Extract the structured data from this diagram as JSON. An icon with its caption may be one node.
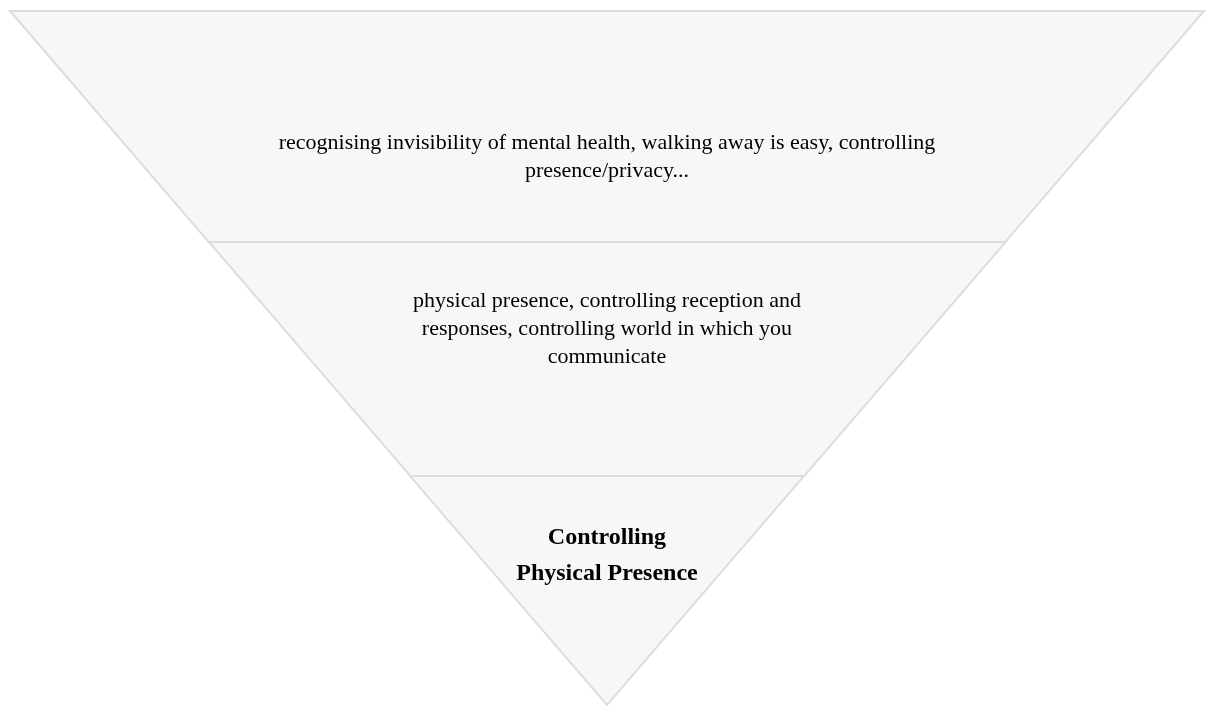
{
  "diagram": {
    "nodes": [
      {
        "text": [
          "recognising invisibility of mental health, walking away is easy, controlling presence/privacy..."
        ]
      },
      {
        "text": [
          "physical presence, controlling reception and responses, controlling world in which you communicate"
        ]
      },
      {
        "text": [
          "Controlling Physical Presence"
        ]
      }
    ]
  }
}
